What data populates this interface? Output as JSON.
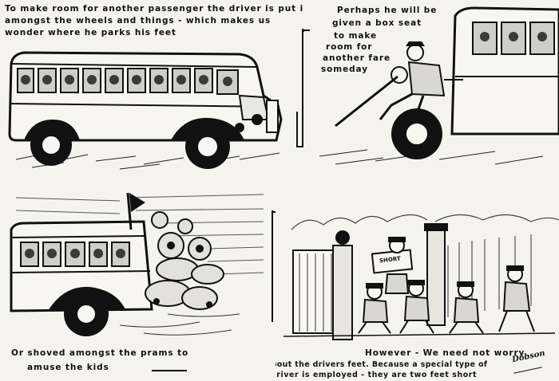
{
  "panels": {
    "top_left": {
      "caption_lines": [
        "To make room for another passenger the driver is put in",
        "amongst the wheels and things - which makes us",
        "wonder where he parks his feet"
      ]
    },
    "top_right": {
      "caption_lines": [
        "Perhaps he will be",
        "given a box seat",
        "to make",
        "room for",
        "another fare",
        "someday"
      ]
    },
    "bottom_left": {
      "caption_lines": [
        "Or shoved amongst the prams to",
        "amuse the kids"
      ]
    },
    "bottom_right": {
      "caption_lines": [
        "However - We need not worry",
        "about the drivers feet. Because a special type of",
        "driver is employed - they are two feet short"
      ],
      "sign_text": "SHORT"
    }
  },
  "signature": "Dobson",
  "colors": {
    "ink": "#111111",
    "paper": "#f4f3ee"
  }
}
